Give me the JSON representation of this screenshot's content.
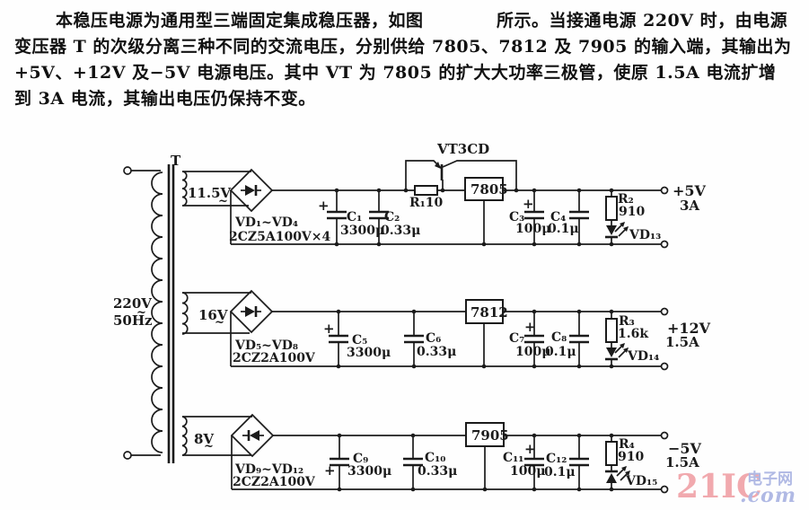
{
  "paragraph": {
    "line1a": "本稳压电源为通用型三端固定集成稳压器，如图",
    "line1b": "所示。当接通电源 220V 时，由电源",
    "line2": "变压器 T 的次级分离三种不同的交流电压，分别供给 7805、7812 及 7905 的输入端，其输出为",
    "line3": "+5V、+12V 及−5V 电源电压。其中 VT 为 7805 的扩大大功率三极管，使原 1.5A 电流扩增",
    "line4": "到 3A 电流，其输出电压仍保持不变。"
  },
  "schematic": {
    "plus": "+",
    "transformer": {
      "name": "T",
      "primary_voltage": "220V",
      "primary_freq": "50Hz",
      "tilde": "~"
    },
    "windings": [
      {
        "voltage": "11.5V"
      },
      {
        "voltage": "16V"
      },
      {
        "voltage": "8V"
      }
    ],
    "bridges": [
      {
        "name": "VD₁~VD₄",
        "type": "2CZ5A100V×4"
      },
      {
        "name": "VD₅~VD₈",
        "type": "2CZ2A100V"
      },
      {
        "name": "VD₉~VD₁₂",
        "type": "2CZ2A100V"
      }
    ],
    "transistor": {
      "label": "VT3CD"
    },
    "series_resistor": {
      "label": "R₁10"
    },
    "regulators": [
      "7805",
      "7812",
      "7905"
    ],
    "capacitors": [
      {
        "name": "C₁",
        "value": "3300μ"
      },
      {
        "name": "C₂",
        "value": "0.33μ"
      },
      {
        "name": "C₃",
        "value": "100μ"
      },
      {
        "name": "C₄",
        "value": "0.1μ"
      },
      {
        "name": "C₅",
        "value": "3300μ"
      },
      {
        "name": "C₆",
        "value": "0.33μ"
      },
      {
        "name": "C₇",
        "value": "100μ"
      },
      {
        "name": "C₈",
        "value": "0.1μ"
      },
      {
        "name": "C₉",
        "value": "3300μ"
      },
      {
        "name": "C₁₀",
        "value": "0.33μ"
      },
      {
        "name": "C₁₁",
        "value": "100μ"
      },
      {
        "name": "C₁₂",
        "value": "0.1μ"
      }
    ],
    "indicator_resistors": [
      {
        "name": "R₂",
        "value": "910"
      },
      {
        "name": "R₃",
        "value": "1.6k"
      },
      {
        "name": "R₄",
        "value": "910"
      }
    ],
    "leds": [
      "VD₁₃",
      "VD₁₄",
      "VD₁₅"
    ],
    "outputs": [
      {
        "voltage": "+5V",
        "current": "3A"
      },
      {
        "voltage": "+12V",
        "current": "1.5A"
      },
      {
        "voltage": "−5V",
        "current": "1.5A"
      }
    ]
  },
  "watermark": {
    "brand": "21IC",
    "site": "电子网",
    "domain": ".com"
  },
  "colors": {
    "ink": "#1b1b1b",
    "watermark_red": "#f0a0a6",
    "watermark_blue": "#a8b2e2"
  }
}
